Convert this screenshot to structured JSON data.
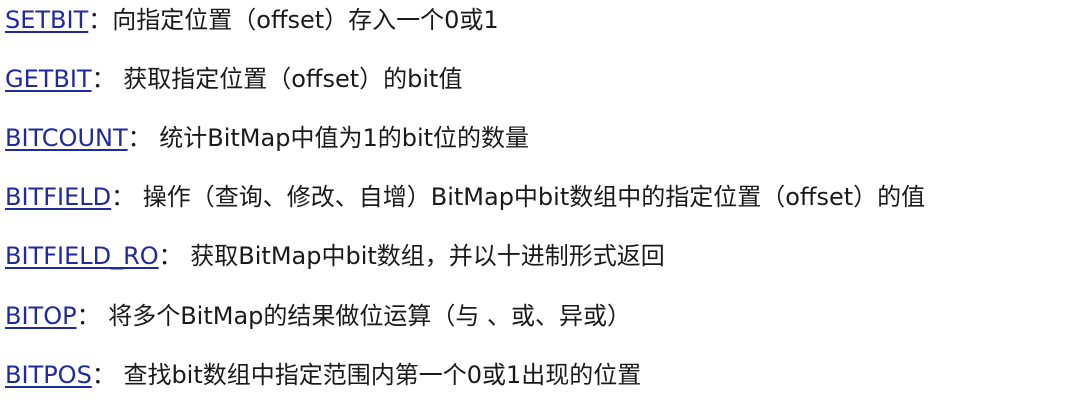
{
  "items": [
    {
      "command": "SETBIT",
      "description": "：向指定位置（offset）存入一个0或1"
    },
    {
      "command": "GETBIT",
      "description": "： 获取指定位置（offset）的bit值"
    },
    {
      "command": "BITCOUNT",
      "description": "： 统计BitMap中值为1的bit位的数量"
    },
    {
      "command": "BITFIELD",
      "description": "： 操作（查询、修改、自增）BitMap中bit数组中的指定位置（offset）的值"
    },
    {
      "command": "BITFIELD_RO",
      "description": "： 获取BitMap中bit数组，并以十进制形式返回"
    },
    {
      "command": "BITOP",
      "description": "： 将多个BitMap的结果做位运算（与 、或、异或）"
    },
    {
      "command": "BITPOS",
      "description": "： 查找bit数组中指定范围内第一个0或1出现的位置"
    }
  ],
  "colors": {
    "link": "#1f2a9e",
    "text": "#1a1a1a"
  }
}
